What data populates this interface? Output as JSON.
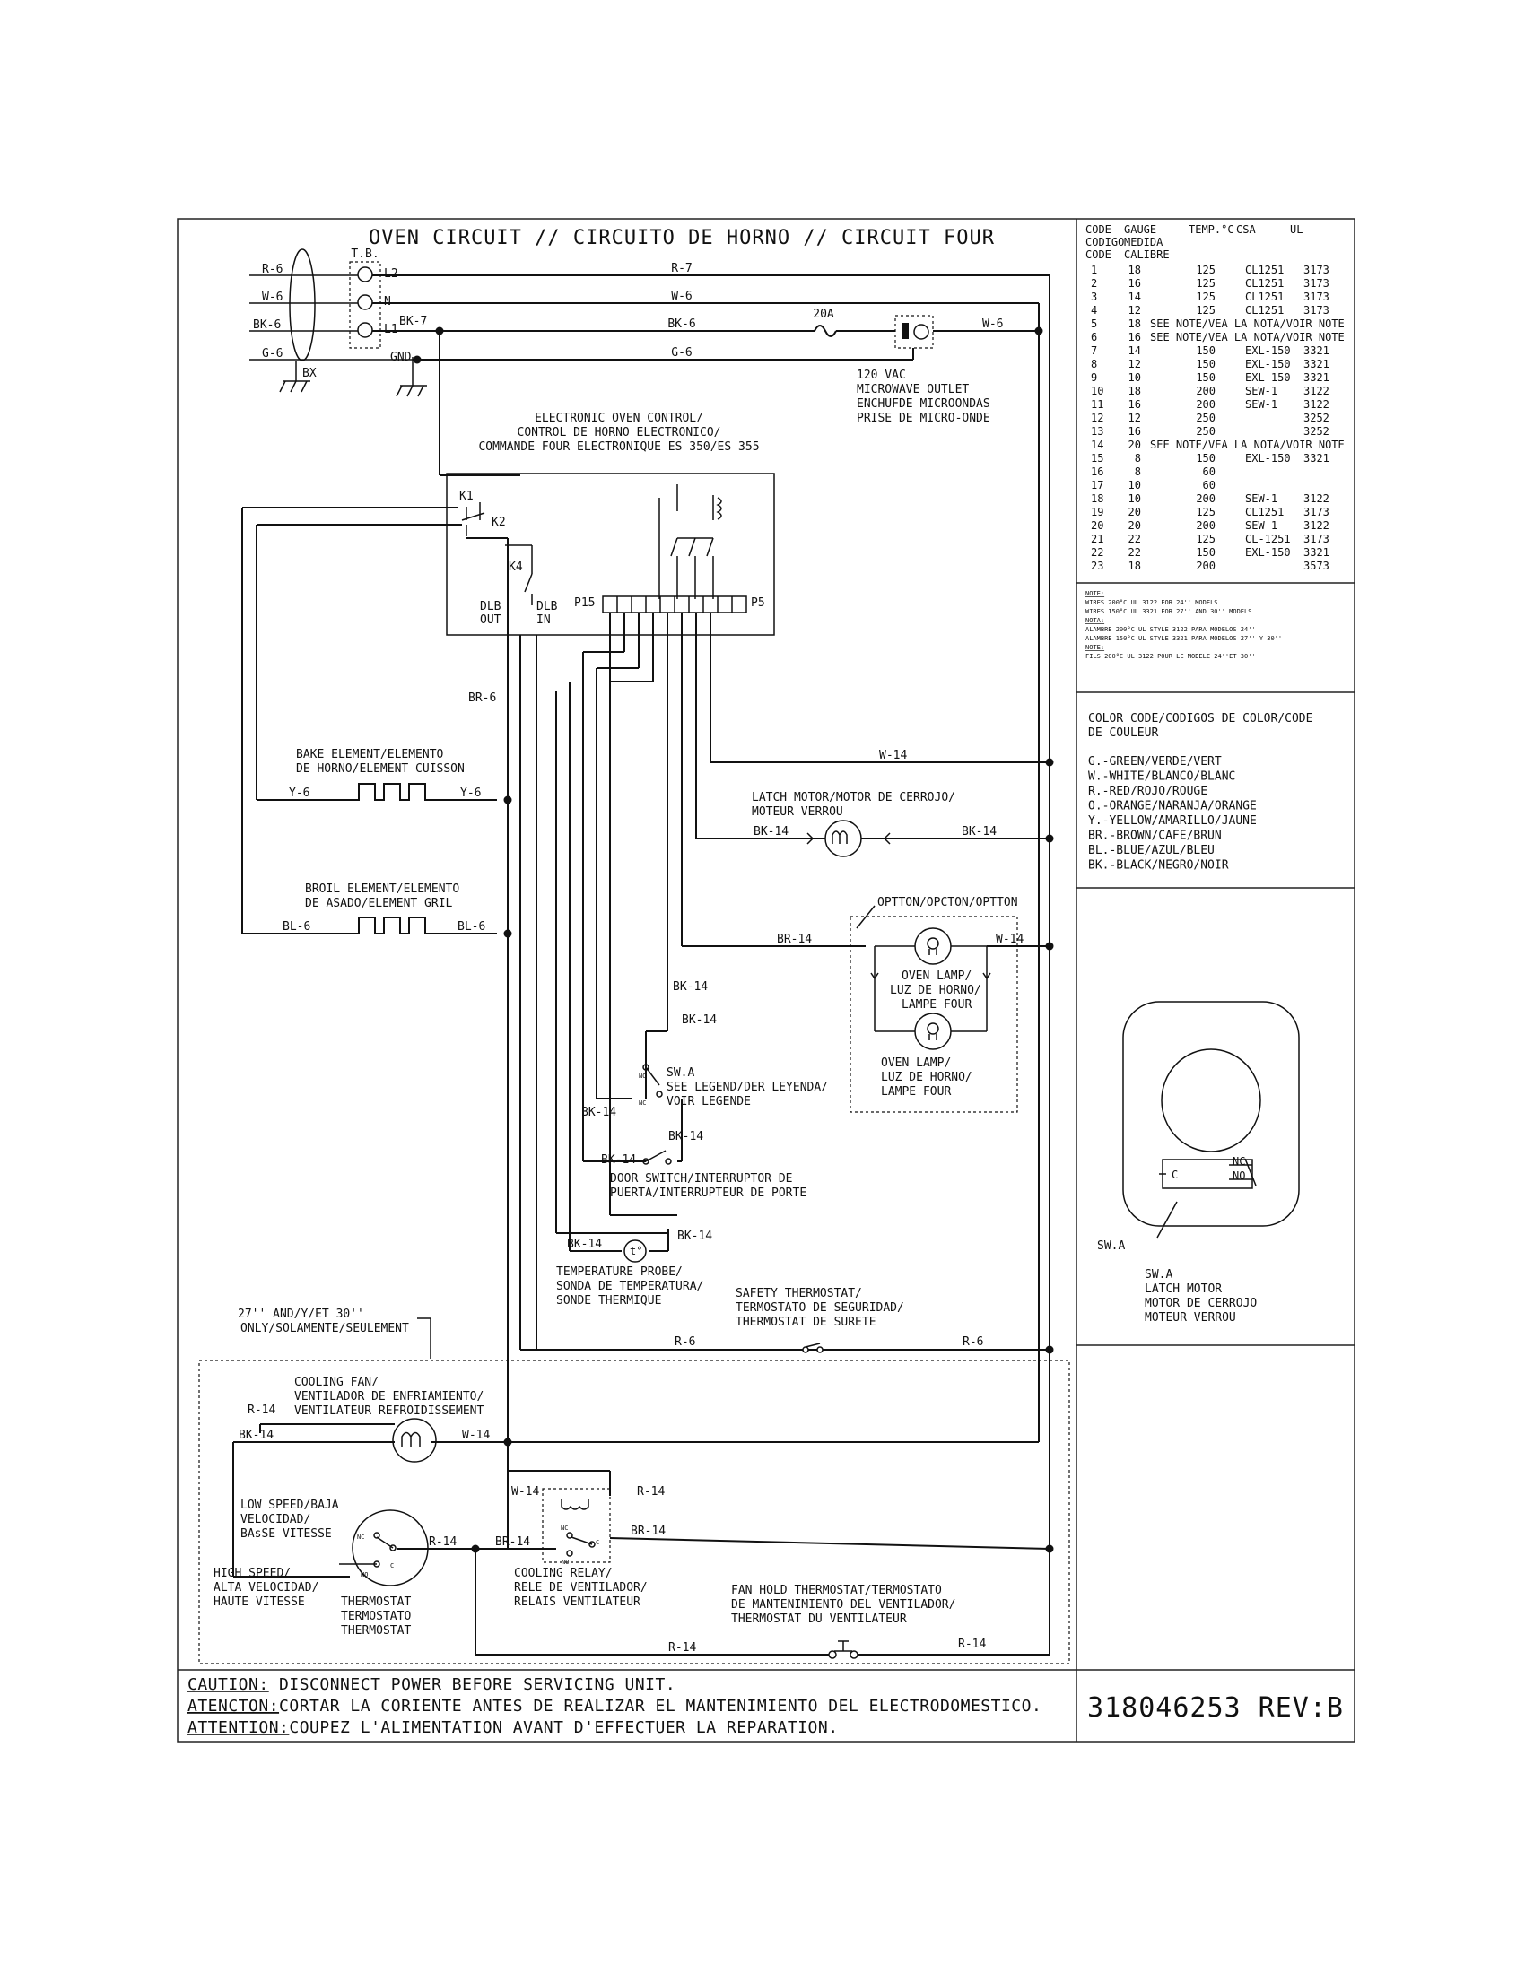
{
  "title": "OVEN CIRCUIT // CIRCUITO DE HORNO // CIRCUIT FOUR",
  "terminal_block": {
    "name": "T.B.",
    "terminals": [
      "L2",
      "N",
      "L1",
      "GND"
    ],
    "bx": "BX"
  },
  "wires": {
    "r6": "R-6",
    "w6": "W-6",
    "bk6": "BK-6",
    "g6": "G-6",
    "r7": "R-7",
    "bk7": "BK-7",
    "br6": "BR-6",
    "y6": "Y-6",
    "bl6": "BL-6",
    "w14": "W-14",
    "bk14": "BK-14",
    "br14": "BR-14",
    "r14": "R-14"
  },
  "fuse": "20A",
  "outlet": [
    "120 VAC",
    "MICROWAVE OUTLET",
    "ENCHUFDE MICROONDAS",
    "PRISE DE MICRO-ONDE"
  ],
  "control": {
    "title": [
      "ELECTRONIC OVEN CONTROL/",
      "CONTROL DE HORNO ELECTRONICO/",
      "COMMANDE FOUR ELECTRONIQUE ES 350/ES 355"
    ],
    "k1": "K1",
    "k2": "K2",
    "k4": "K4",
    "dlb_out": [
      "DLB",
      "OUT"
    ],
    "dlb_in": [
      "DLB",
      "IN"
    ],
    "p15": "P15",
    "p5": "P5"
  },
  "bake": [
    "BAKE ELEMENT/ELEMENTO",
    "DE HORNO/ELEMENT CUISSON"
  ],
  "broil": [
    "BROIL ELEMENT/ELEMENTO",
    "DE ASADO/ELEMENT GRIL"
  ],
  "latch": [
    "LATCH MOTOR/MOTOR DE CERROJO/",
    "MOTEUR VERROU"
  ],
  "option": "OPTTON/OPCTON/OPTTON",
  "oven_lamp1": [
    "OVEN LAMP/",
    "LUZ DE HORNO/",
    "LAMPE FOUR"
  ],
  "oven_lamp2": [
    "OVEN LAMP/",
    "LUZ DE HORNO/",
    "LAMPE FOUR"
  ],
  "swa": {
    "label": "SW.A",
    "text": [
      "SEE LEGEND/DER LEYENDA/",
      "VOIR LEGENDE"
    ],
    "no": "NO",
    "nc": "NC"
  },
  "door_switch": [
    "DOOR SWITCH/INTERRUPTOR DE",
    "PUERTA/INTERRUPTEUR DE PORTE"
  ],
  "probe": [
    "TEMPERATURE PROBE/",
    "SONDA DE TEMPERATURA/",
    "SONDE THERMIQUE"
  ],
  "safety": [
    "SAFETY THERMOSTAT/",
    "TERMOSTATO DE SEGURIDAD/",
    "THERMOSTAT DE SURETE"
  ],
  "models_note": [
    "27'' AND/Y/ET 30''",
    "ONLY/SOLAMENTE/SEULEMENT"
  ],
  "cooling_fan": [
    "COOLING FAN/",
    "VENTILADOR DE ENFRIAMIENTO/",
    "VENTILATEUR REFROIDISSEMENT"
  ],
  "low_speed": [
    "LOW SPEED/BAJA",
    "VELOCIDAD/",
    "BAsSE VITESSE"
  ],
  "high_speed": [
    "HIGH SPEED/",
    "ALTA VELOCIDAD/",
    "HAUTE VITESSE"
  ],
  "thermostat": [
    "THERMOSTAT",
    "TERMOSTATO",
    "THERMOSTAT"
  ],
  "relay": [
    "COOLING RELAY/",
    "RELE DE VENTILADOR/",
    "RELAIS VENTILATEUR"
  ],
  "fan_hold": [
    "FAN HOLD THERMOSTAT/TERMOSTATO",
    "DE MANTENIMIENTO DEL VENTILADOR/",
    "THERMOSTAT DU VENTILATEUR"
  ],
  "contacts": {
    "nc": "NC",
    "no": "NO",
    "c": "C"
  },
  "caution": [
    {
      "key": "CAUTION:",
      "text": " DISCONNECT POWER BEFORE SERVICING UNIT."
    },
    {
      "key": "ATENCTON:",
      "text": "CORTAR LA CORIENTE ANTES DE REALIZAR EL MANTENIMIENTO DEL ELECTRODOMESTICO."
    },
    {
      "key": "ATTENTION:",
      "text": "COUPEZ L'ALIMENTATION AVANT D'EFFECTUER LA REPARATION."
    }
  ],
  "part_number": "318046253 REV:B",
  "gauge_table": {
    "headers": [
      [
        "CODE",
        "GAUGE",
        "TEMP.°C",
        "CSA",
        "UL"
      ],
      [
        "CODIGO",
        "MEDIDA"
      ],
      [
        "CODE",
        "CALIBRE"
      ]
    ],
    "rows": [
      [
        "1",
        "18",
        "125",
        "CL1251",
        "3173"
      ],
      [
        "2",
        "16",
        "125",
        "CL1251",
        "3173"
      ],
      [
        "3",
        "14",
        "125",
        "CL1251",
        "3173"
      ],
      [
        "4",
        "12",
        "125",
        "CL1251",
        "3173"
      ],
      [
        "5",
        "18",
        "SEE NOTE/VEA LA NOTA/VOIR NOTE",
        "",
        ""
      ],
      [
        "6",
        "16",
        "SEE NOTE/VEA LA NOTA/VOIR NOTE",
        "",
        ""
      ],
      [
        "7",
        "14",
        "150",
        "EXL-150",
        "3321"
      ],
      [
        "8",
        "12",
        "150",
        "EXL-150",
        "3321"
      ],
      [
        "9",
        "10",
        "150",
        "EXL-150",
        "3321"
      ],
      [
        "10",
        "18",
        "200",
        "SEW-1",
        "3122"
      ],
      [
        "11",
        "16",
        "200",
        "SEW-1",
        "3122"
      ],
      [
        "12",
        "12",
        "250",
        "",
        "3252"
      ],
      [
        "13",
        "16",
        "250",
        "",
        "3252"
      ],
      [
        "14",
        "20",
        "SEE NOTE/VEA LA NOTA/VOIR NOTE",
        "",
        ""
      ],
      [
        "15",
        "8",
        "150",
        "EXL-150",
        "3321"
      ],
      [
        "16",
        "8",
        "60",
        "",
        ""
      ],
      [
        "17",
        "10",
        "60",
        "",
        ""
      ],
      [
        "18",
        "10",
        "200",
        "SEW-1",
        "3122"
      ],
      [
        "19",
        "20",
        "125",
        "CL1251",
        "3173"
      ],
      [
        "20",
        "20",
        "200",
        "SEW-1",
        "3122"
      ],
      [
        "21",
        "22",
        "125",
        "CL-1251",
        "3173"
      ],
      [
        "22",
        "22",
        "150",
        "EXL-150",
        "3321"
      ],
      [
        "23",
        "18",
        "200",
        "",
        "3573"
      ]
    ]
  },
  "notes": [
    "NOTE:",
    "WIRES 200°C UL 3122 FOR 24'' MODELS",
    "WIRES 150°C UL 3321 FOR 27'' AND 30'' MODELS",
    "NOTA:",
    "ALAMBRE 200°C UL STYLE 3122 PARA MODELOS 24''",
    "ALAMBRE 150°C UL STYLE 3321 PARA MODELOS 27'' Y 30''",
    "NOTE:",
    "FILS 200°C UL 3122 POUR LE MODELE 24''ET 30''"
  ],
  "color_code": {
    "title": [
      "COLOR CODE/CODIGOS DE COLOR/CODE",
      "DE COULEUR"
    ],
    "items": [
      "G.-GREEN/VERDE/VERT",
      "W.-WHITE/BLANCO/BLANC",
      "R.-RED/ROJO/ROUGE",
      "O.-ORANGE/NARANJA/ORANGE",
      "Y.-YELLOW/AMARILLO/JAUNE",
      "BR.-BROWN/CAFE/BRUN",
      "BL.-BLUE/AZUL/BLEU",
      "BK.-BLACK/NEGRO/NOIR"
    ]
  },
  "legend": {
    "swa_pointer": "SW.A",
    "c": "C",
    "nc": "NC",
    "no": "NO",
    "text": [
      "SW.A",
      "LATCH MOTOR",
      "MOTOR DE CERROJO",
      "MOTEUR VERROU"
    ]
  }
}
